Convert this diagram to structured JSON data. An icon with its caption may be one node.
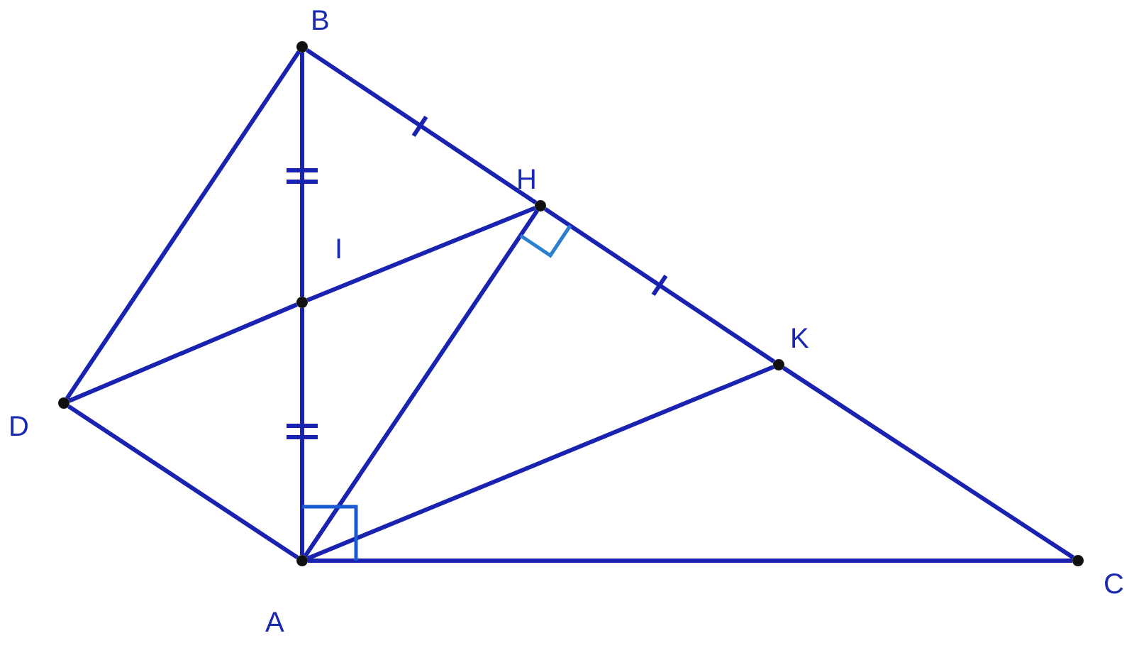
{
  "diagram": {
    "nodes": [
      {
        "text": [],
        "shape": "circle",
        "beside": [
          "B"
        ]
      },
      {
        "text": [],
        "shape": "circle",
        "beside": [
          "H"
        ]
      },
      {
        "text": [],
        "shape": "circle",
        "beside": [
          "I"
        ]
      },
      {
        "text": [],
        "shape": "circle",
        "beside": [
          "K"
        ]
      },
      {
        "text": [],
        "shape": "circle",
        "beside": [
          "D"
        ]
      },
      {
        "text": [],
        "shape": "circle",
        "beside": [
          "A"
        ]
      },
      {
        "text": [],
        "shape": "circle",
        "beside": [
          "C"
        ]
      }
    ],
    "edges": [
      {
        "from": 0,
        "to": 4,
        "arrow": "none"
      },
      {
        "from": 0,
        "to": 2,
        "arrow": "none"
      },
      {
        "from": 2,
        "to": 5,
        "arrow": "none"
      },
      {
        "from": 0,
        "to": 1,
        "arrow": "none"
      },
      {
        "from": 1,
        "to": 3,
        "arrow": "none"
      },
      {
        "from": 3,
        "to": 6,
        "arrow": "none"
      },
      {
        "from": 4,
        "to": 2,
        "arrow": "none"
      },
      {
        "from": 2,
        "to": 1,
        "arrow": "none"
      },
      {
        "from": 4,
        "to": 5,
        "arrow": "none"
      },
      {
        "from": 5,
        "to": 1,
        "arrow": "none"
      },
      {
        "from": 5,
        "to": 3,
        "arrow": "none"
      },
      {
        "from": 5,
        "to": 6,
        "arrow": "none"
      }
    ]
  }
}
